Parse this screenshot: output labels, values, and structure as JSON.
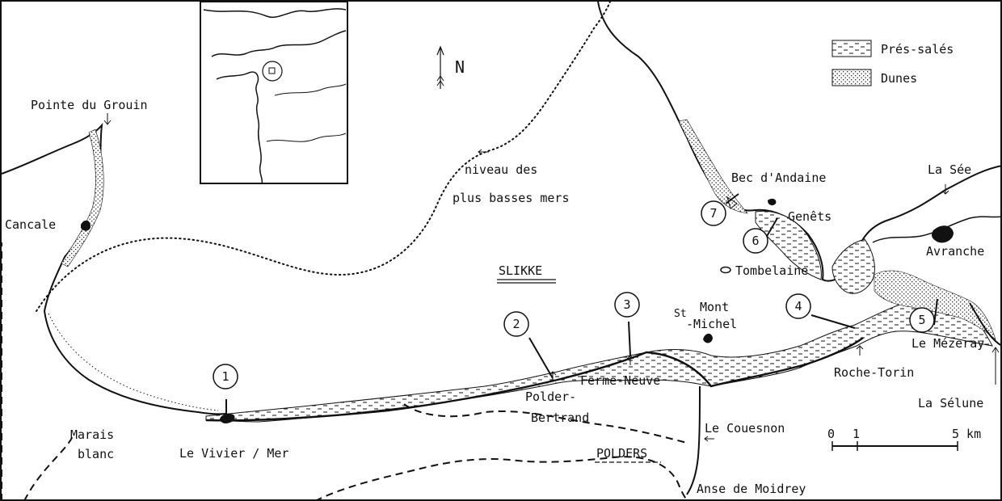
{
  "legend": {
    "items": [
      {
        "label": "Prés-salés",
        "pattern": "dash-pattern"
      },
      {
        "label": "Dunes",
        "pattern": "dot-pattern"
      }
    ]
  },
  "north_label": "N",
  "places": {
    "pointe_du_grouin": "Pointe du Grouin",
    "cancale": "Cancale",
    "niveau_line1": "niveau des",
    "niveau_line2": "plus basses mers",
    "bec_andaine": "Bec d'Andaine",
    "la_see": "La Sée",
    "genets": "Genêts",
    "avranche": "Avranche",
    "tombelaine": "Tombelaine",
    "slikke": "SLIKKE",
    "mont_line1": "Mont",
    "mont_st": "St",
    "mont_line2": "-Michel",
    "le_mezeray": "Le Mézeray",
    "roche_torin": "Roche-Torin",
    "la_selune": "La Sélune",
    "ferme_neuve": "Ferme-Neuve",
    "polder_line1": "Polder-",
    "polder_line2": "Bertrand",
    "marais_line1": "Marais",
    "marais_line2": "blanc",
    "le_vivier": "Le Vivier / Mer",
    "le_couesnon": "Le Couesnon",
    "polders": "POLDERS",
    "anse_moidrey": "Anse de Moidrey"
  },
  "transects": [
    "1",
    "2",
    "3",
    "4",
    "5",
    "6",
    "7"
  ],
  "scale": {
    "zero": "0",
    "one": "1",
    "five": "5 km"
  },
  "colors": {
    "ink": "#111111",
    "background": "#ffffff"
  }
}
